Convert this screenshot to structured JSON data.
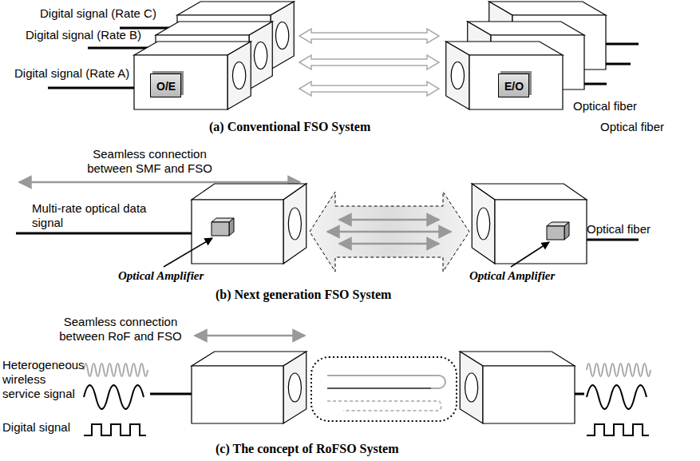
{
  "diagram": {
    "nodes": [
      {
        "text": [
          "O/E"
        ]
      },
      {
        "text": [
          "E/O"
        ]
      }
    ],
    "labels": [
      "Digital signal (Rate C)",
      "Digital signal (Rate B)",
      "Digital signal (Rate A)",
      "(a) Conventional FSO System",
      "Optical fiber",
      "Optical fiber",
      "Seamless connection between SMF and FSO",
      "Multi-rate optical data signal",
      "Optical fiber",
      "Optical Amplifier",
      "Optical Amplifier",
      "(b) Next generation FSO System",
      "Seamless connection between RoF and FSO",
      "Heterogeneous wireless service signal",
      "Digital signal",
      "(c) The concept of RoFSO System"
    ]
  }
}
